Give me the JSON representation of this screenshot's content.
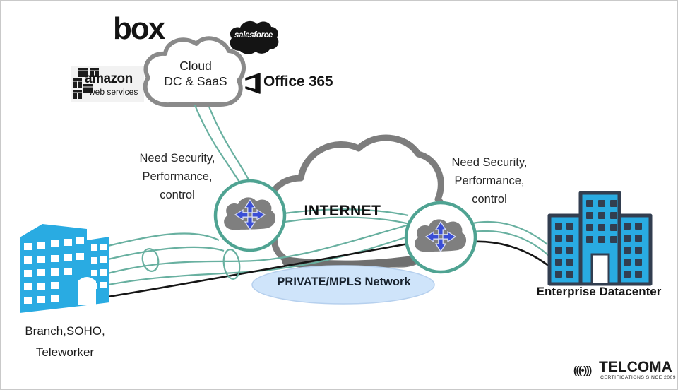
{
  "cloud_services": {
    "box_label": "box",
    "salesforce_label": "salesforce",
    "amazon": {
      "line1": "amazon",
      "line2": "web services"
    },
    "office365_label": "Office 365",
    "cloud_dc": {
      "line1": "Cloud",
      "line2": "DC & SaaS"
    }
  },
  "network": {
    "internet_label": "INTERNET",
    "mpls_label": "PRIVATE/MPLS Network"
  },
  "annotations": {
    "need_left": {
      "line1": "Need Security,",
      "line2": "Performance,",
      "line3": "control"
    },
    "need_right": {
      "line1": "Need Security,",
      "line2": "Performance,",
      "line3": "control"
    }
  },
  "sites": {
    "branch": {
      "line1": "Branch,SOHO,",
      "line2": "Teleworker"
    },
    "datacenter_label": "Enterprise Datacenter"
  },
  "footer": {
    "brand": "TELCOMA",
    "tagline": "CERTIFICATIONS SINCE 2009",
    "icon": "broadcast-waves-icon",
    "icon_glyph": "(((•)))"
  },
  "colors": {
    "teal_line": "#68b0a0",
    "node_ring": "#4fa392",
    "arrow_blue": "#3a4ed6",
    "building_blue": "#29abe2",
    "datacenter_outline": "#323e50",
    "cloud_gray": "#7d7d7d",
    "mpls_fill": "#cfe4fa",
    "black_line": "#151515"
  }
}
